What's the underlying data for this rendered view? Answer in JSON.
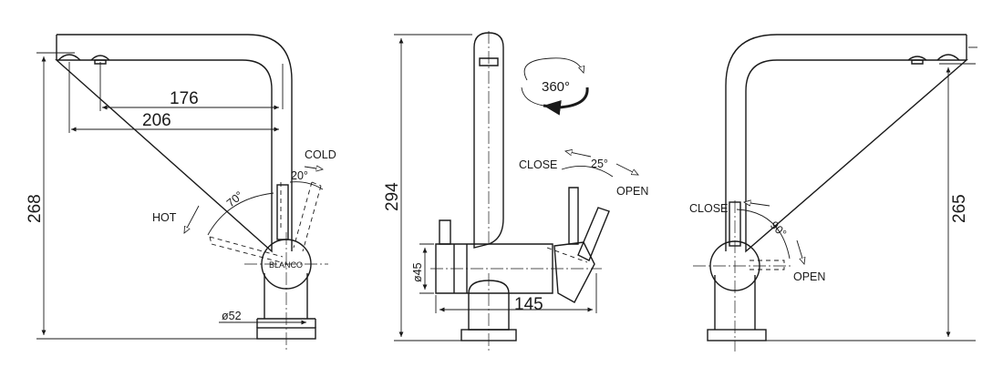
{
  "side_view": {
    "spout_reach_outer": "206",
    "spout_reach_inner": "176",
    "height": "268",
    "base_diameter": "ø52",
    "cold_label": "COLD",
    "cold_angle": "20°",
    "hot_label": "HOT",
    "hot_angle": "70°",
    "brand_mark": "BLANCO"
  },
  "front_view": {
    "height": "294",
    "rotation": "360°",
    "body_diameter": "ø45",
    "body_width": "145",
    "close_label": "CLOSE",
    "open_label": "OPEN",
    "lever_angle": "25°"
  },
  "rear_view": {
    "height": "265",
    "close_label": "CLOSE",
    "open_label": "OPEN",
    "lever_angle": "90°"
  }
}
